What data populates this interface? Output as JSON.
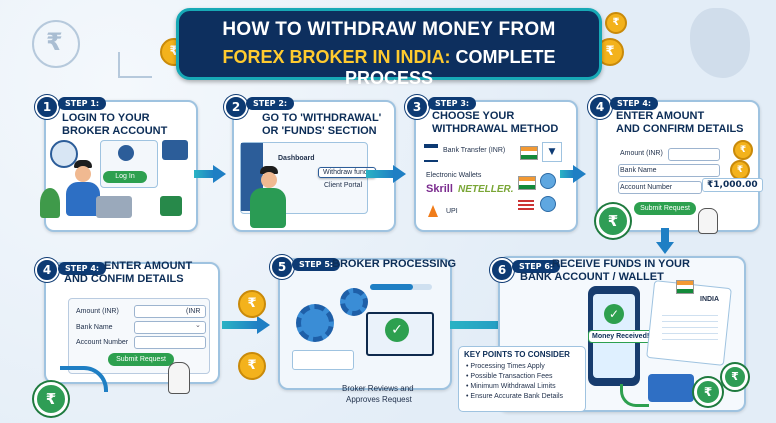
{
  "title": {
    "line1": "HOW TO WITHDRAW MONEY FROM",
    "line2_highlight": "FOREX BROKER IN INDIA:",
    "line2_rest": "COMPLETE PROCESS"
  },
  "step1": {
    "num": "1",
    "pill": "STEP 1:",
    "heading1": "LOGIN TO YOUR",
    "heading2": "BROKER ACCOUNT",
    "button": "Log In"
  },
  "step2": {
    "num": "2",
    "pill": "STEP 2:",
    "heading1": "GO TO 'WITHDRAWAL'",
    "heading2": "OR 'FUNDS' SECTION",
    "menu_dashboard": "Dashboard",
    "menu_withdraw": "Withdraw funds",
    "menu_portal": "Client Portal"
  },
  "step3": {
    "num": "3",
    "pill": "STEP 3:",
    "heading1": "CHOOSE YOUR",
    "heading2": "WITHDRAWAL METHOD",
    "opt_bank": "Bank Transfer (INR)",
    "opt_wallets": "Electronic Wallets",
    "skrill": "Skrill",
    "neteller": "NETELLER.",
    "opt_upi": "UPI"
  },
  "step4": {
    "num": "4",
    "pill": "STEP 4:",
    "heading1": "ENTER AMOUNT",
    "heading2": "AND CONFIRM DETAILS",
    "f_amount": "Amount (INR)",
    "f_bank": "Bank Name",
    "f_account": "Account Number",
    "amount_value": "₹1,000.00",
    "button": "Submit Request"
  },
  "step4b": {
    "num": "4",
    "pill": "STEP 4:",
    "heading1": "ENTER AMOUNT",
    "heading2": "AND CONFIM DETAILS",
    "f_amount": "Amount (INR)",
    "amount_suffix": "(INR",
    "f_bank": "Bank Name",
    "f_account": "Account Number",
    "button": "Submit Request"
  },
  "step5": {
    "num": "5",
    "pill": "STEP 5:",
    "heading": "BROKER PROCESSING",
    "caption1": "Broker Reviews and",
    "caption2": "Approves Request"
  },
  "step6": {
    "num": "6",
    "pill": "STEP 6:",
    "heading1": "RECEIVE FUNDS IN YOUR",
    "heading2": "BANK ACCOUNT / WALLET",
    "money_received": "Money Received!",
    "india": "INDIA"
  },
  "key_points": {
    "title1": "KEY POINTS TO CONSIDER",
    "items": [
      "• Processing Times Apply",
      "• Possible Transaction Fees",
      "• Minimum Withdrawal Limits",
      "• Ensure Accurate Bank Details"
    ]
  },
  "rupee": "₹",
  "colors": {
    "navy": "#0d2f5e",
    "teal": "#17a9b6",
    "gold": "#ffcb2f",
    "green": "#2da04f"
  }
}
